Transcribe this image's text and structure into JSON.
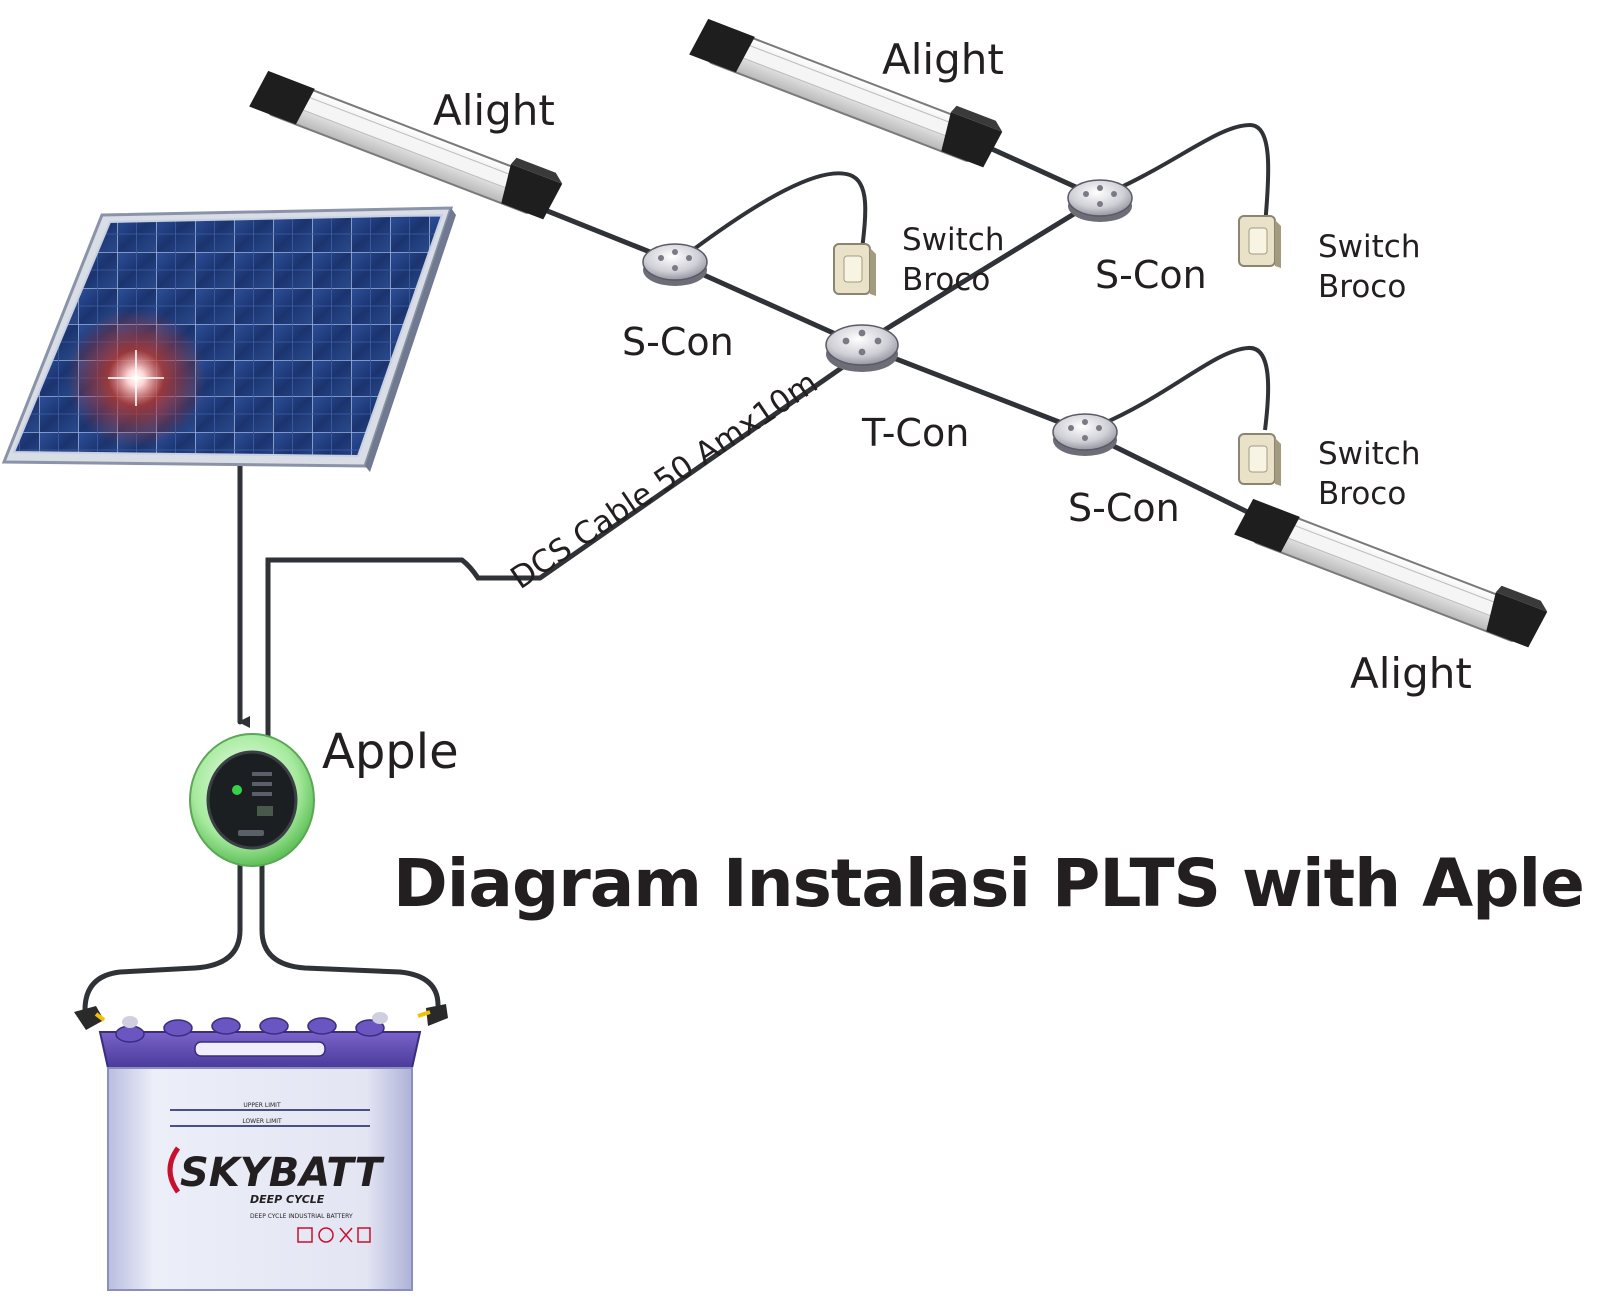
{
  "title": "Diagram Instalasi PLTS with Aple",
  "components": {
    "lamps": [
      "Alight",
      "Alight",
      "Alight"
    ],
    "s_connectors": [
      "S-Con",
      "S-Con",
      "S-Con"
    ],
    "t_connector": "T-Con",
    "switches": [
      {
        "line1": "Switch",
        "line2": "Broco"
      },
      {
        "line1": "Switch",
        "line2": "Broco"
      },
      {
        "line1": "Switch",
        "line2": "Broco"
      }
    ],
    "cable": "DCS Cable 50 Amx10m",
    "controller": "Apple",
    "battery": {
      "brand": "SKYBATT",
      "subtitle": "DEEP CYCLE",
      "tagline": "DEEP CYCLE INDUSTRIAL BATTERY",
      "upper_level": "UPPER LIMIT",
      "lower_level": "LOWER LIMIT"
    }
  },
  "colors": {
    "wire": "#2f3236",
    "panel": "#1f3a7a",
    "controller_ring": "#8fe08a",
    "battery_top": "#5b4bb0",
    "battery_body": "#d6d8ee",
    "brand_red": "#c8102e"
  }
}
